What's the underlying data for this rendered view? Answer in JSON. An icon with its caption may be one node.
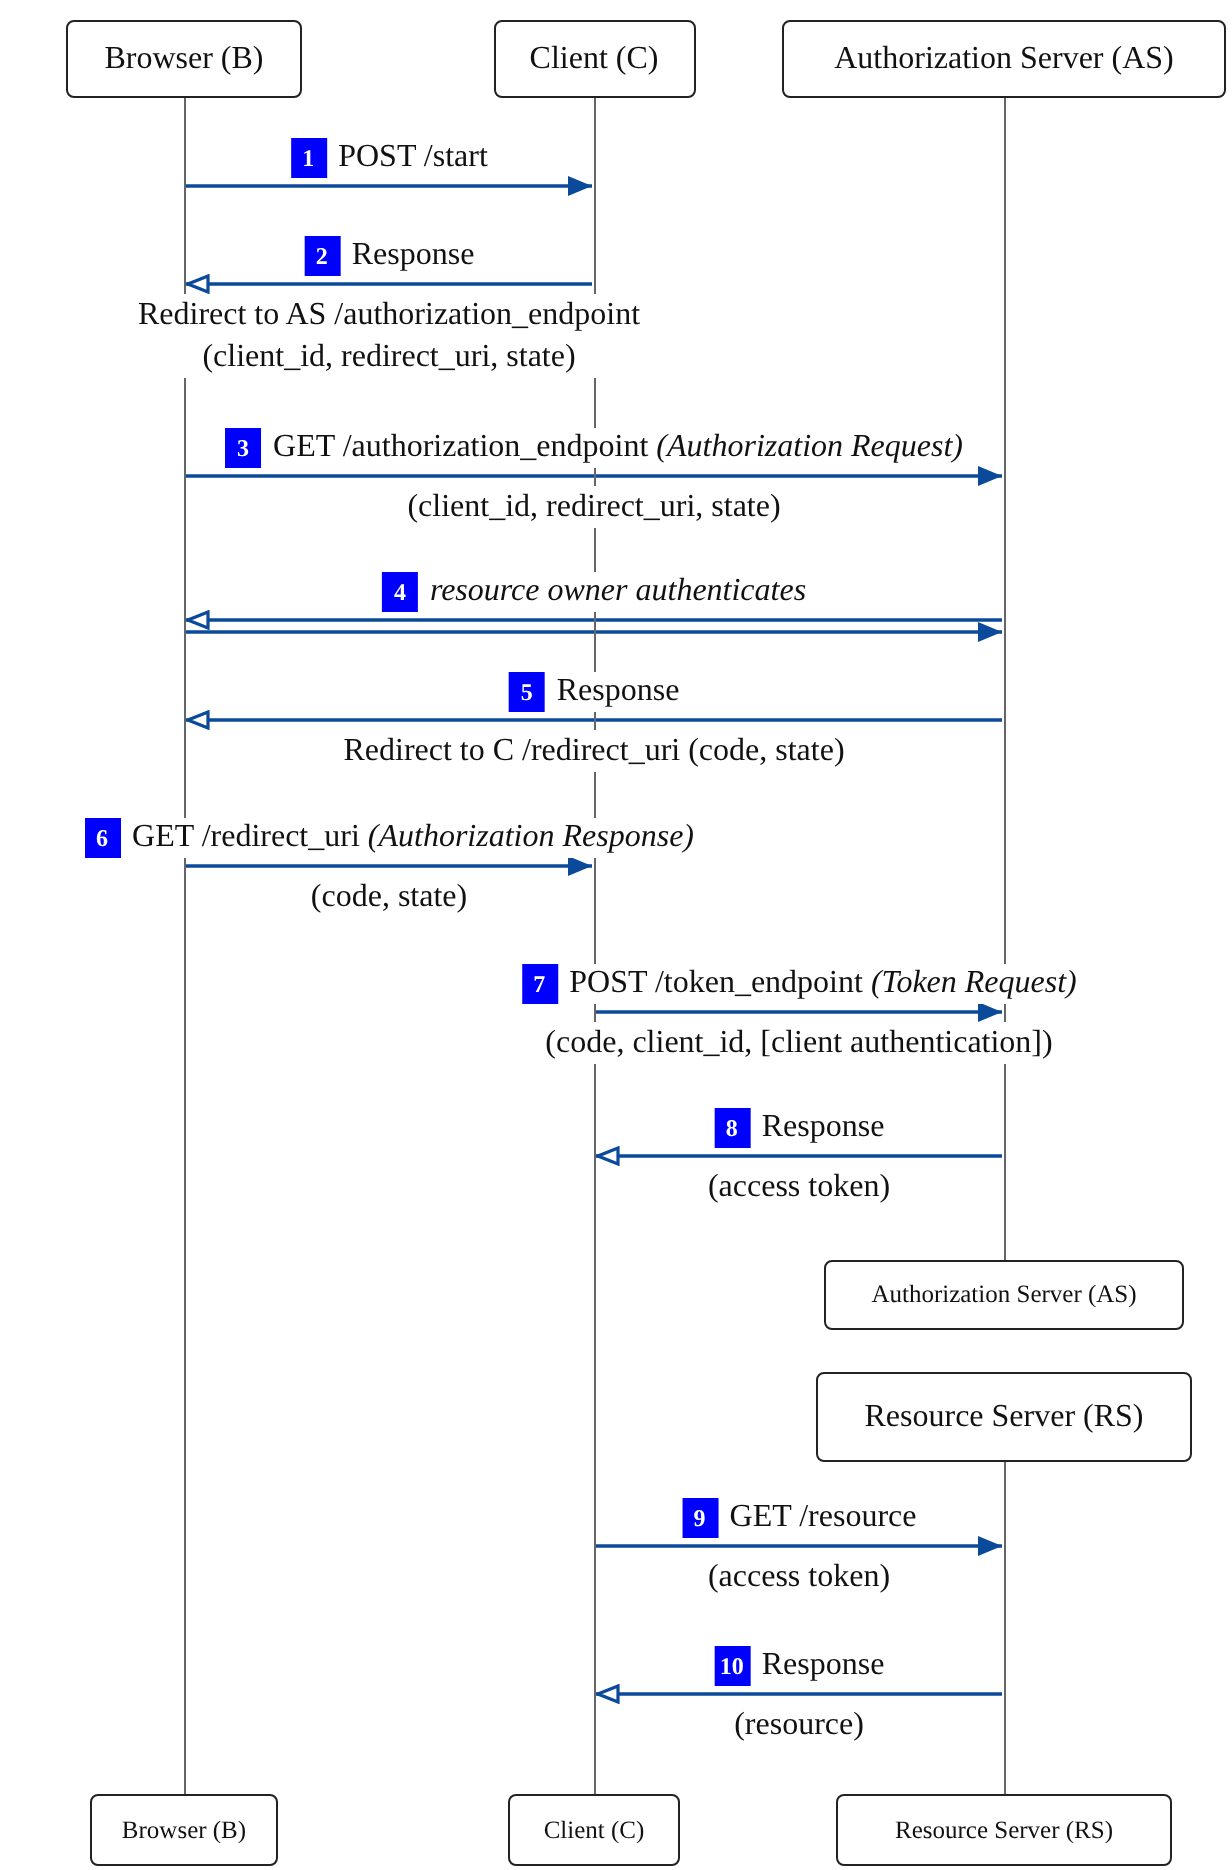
{
  "diagram": {
    "nodes": [
      {
        "text": [
          "Browser (B)"
        ]
      },
      {
        "text": [
          "Client (C)"
        ]
      },
      {
        "text": [
          "Authorization Server (AS)"
        ]
      },
      {
        "text": [
          "Authorization Server (AS)"
        ]
      },
      {
        "text": [
          "Resource Server (RS)"
        ]
      },
      {
        "text": [
          "Browser (B)"
        ]
      },
      {
        "text": [
          "Client (C)"
        ]
      },
      {
        "text": [
          "Resource Server (RS)"
        ]
      },
      {
        "text": [],
        "shape": "bar"
      },
      {
        "text": [],
        "shape": "bar"
      },
      {
        "text": [],
        "shape": "bar"
      },
      {
        "text": [],
        "shape": "bar"
      }
    ],
    "edges": [
      {
        "from": 8,
        "to": 9,
        "arrow": "to",
        "label": "POST /start"
      },
      {
        "from": 9,
        "to": 8,
        "arrow": "to",
        "label": "Response"
      },
      {
        "from": 8,
        "to": 10,
        "arrow": "to",
        "label": "GET /authorization_endpoint *(Authorization Request)*"
      },
      {
        "from": 10,
        "to": 8,
        "arrow": "to",
        "label": "resource owner authenticates"
      },
      {
        "from": 8,
        "to": 10,
        "arrow": "to"
      },
      {
        "from": 10,
        "to": 8,
        "arrow": "to",
        "label": "Response"
      },
      {
        "from": 8,
        "to": 9,
        "arrow": "to",
        "label": "GET /redirect_uri *(Authorization Response)*"
      },
      {
        "from": 9,
        "to": 10,
        "arrow": "to",
        "label": "POST /token_endpoint *(Token Request)*"
      },
      {
        "from": 10,
        "to": 9,
        "arrow": "to",
        "label": "Response"
      },
      {
        "from": 9,
        "to": 11,
        "arrow": "to",
        "label": "GET /resource"
      },
      {
        "from": 11,
        "to": 9,
        "arrow": "to",
        "label": "Response"
      }
    ],
    "labels": [
      "1",
      "2",
      "Redirect to AS /authorization_endpoint (client_id, redirect_uri, state)",
      "3",
      "(client_id, redirect_uri, state)",
      "4",
      "5",
      "Redirect to C /redirect_uri (code, state)",
      "6",
      "(code, state)",
      "7",
      "(code, client_id, [client authentication])",
      "8",
      "(access token)",
      "9",
      "(access token)",
      "10",
      "(resource)"
    ]
  }
}
